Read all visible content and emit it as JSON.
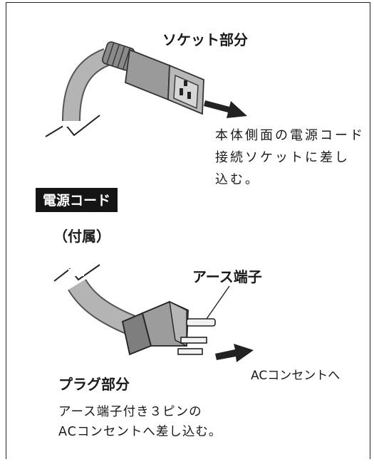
{
  "socket": {
    "title": "ソケット部分",
    "description_lines": [
      "本体側面の電源コード",
      "接続ソケットに差し",
      "込む。"
    ]
  },
  "cord": {
    "label": "電源コード",
    "sublabel": "（付属）"
  },
  "plug": {
    "earth_terminal_label": "アース端子",
    "outlet_label": "ACコンセントへ",
    "title": "プラグ部分",
    "description_lines": [
      "アース端子付き３ピンの",
      "ACコンセントへ差し込む。"
    ]
  },
  "icons": [
    "power-cord-socket-illustration",
    "power-plug-illustration",
    "arrow-right-icon"
  ],
  "colors": {
    "label_bg": "#151515",
    "cord_gray": "#a8a8a8",
    "plug_gray": "#8e8e8e"
  }
}
